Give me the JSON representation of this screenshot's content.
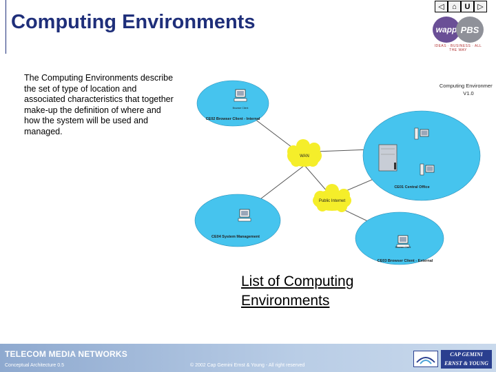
{
  "header": {
    "title": "Computing Environments",
    "nav": [
      {
        "icon": "back-arrow-icon",
        "glyph": "◁"
      },
      {
        "icon": "home-icon",
        "glyph": "⌂"
      },
      {
        "icon": "up-icon",
        "glyph": "U"
      },
      {
        "icon": "forward-arrow-icon",
        "glyph": "▷"
      }
    ],
    "logo": {
      "left": "wapp",
      "right": "PBS",
      "tag": "IDEAS · BUSINESS · ALL THE WAY"
    }
  },
  "description": "The Computing Environments describe the set of type of location and associated characteristics that together make-up the definition of where and how the system will be used and managed.",
  "diagram": {
    "title_line1": "Computing Environments",
    "title_line2": "V1.0",
    "ce02_label": "CE02  Browser Client - Internal",
    "ce01_label": "CE01  Central Office",
    "ce04_label": "CE04  System Management",
    "ce03_label": "CE03  Browser Client - External",
    "wan_label": "WAN",
    "internet_label": "Public Internet",
    "client_caption": "Browser Client",
    "colors": {
      "environment": "#46c4ee",
      "cloud": "#f5ee2a",
      "link": "#555555"
    }
  },
  "caption": {
    "line1": "List of Computing",
    "line2": "Environments"
  },
  "footer": {
    "title": "TELECOM MEDIA NETWORKS",
    "subtitle": "Conceptual Architecture 0.5",
    "copyright": "© 2002 Cap Gemini Ernst & Young - All right reserved",
    "brand_line1": "CAP GEMINI",
    "brand_line2": "ERNST & YOUNG"
  }
}
